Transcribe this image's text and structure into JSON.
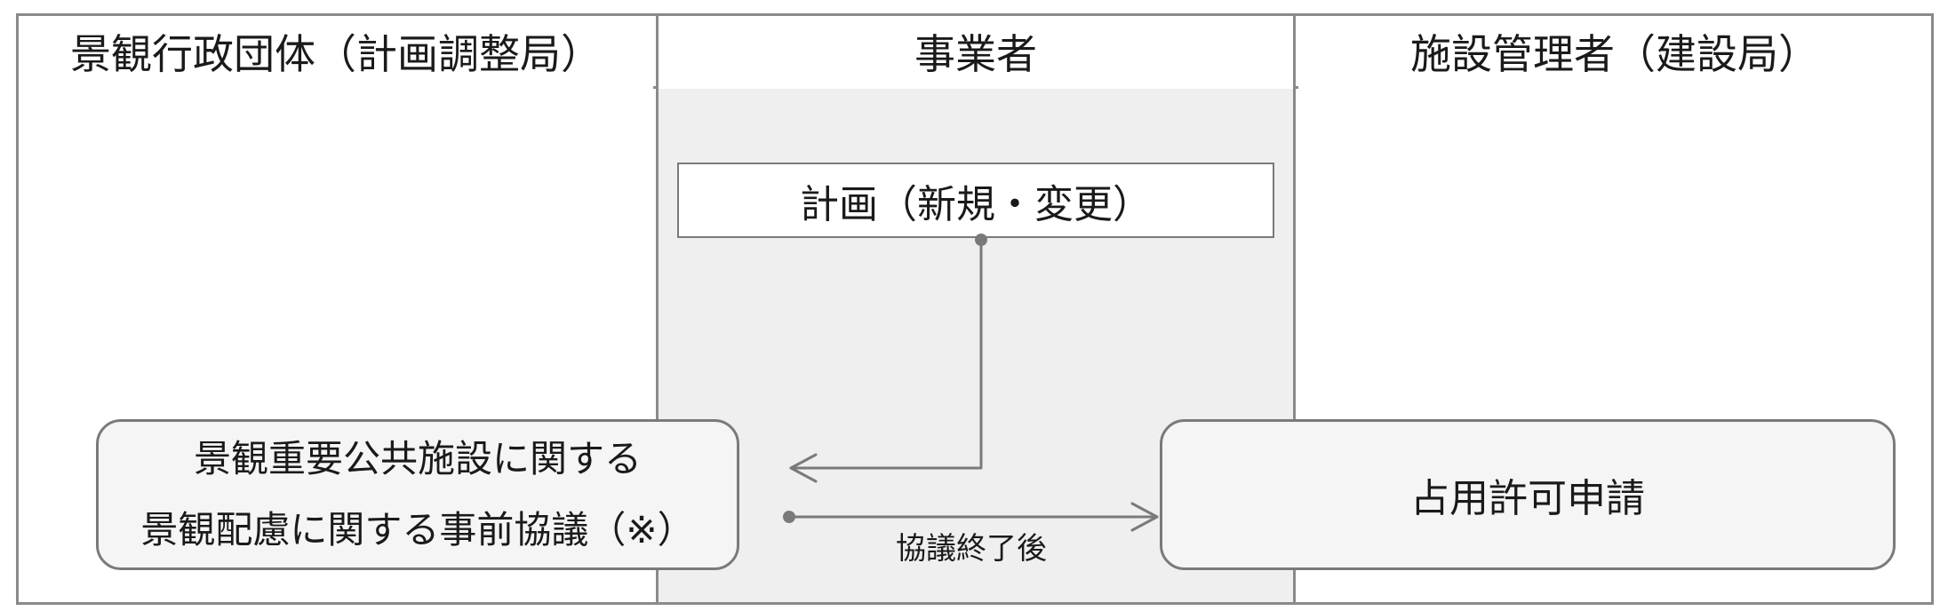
{
  "lanes": [
    {
      "header": "景観行政団体（計画調整局）"
    },
    {
      "header": "事業者"
    },
    {
      "header": "施設管理者（建設局）"
    }
  ],
  "nodes": {
    "plan": "計画（新規・変更）",
    "consultation": {
      "line1": "景観重要公共施設に関する",
      "line2": "景観配慮に関する事前協議（※）"
    },
    "permit": "占用許可申請"
  },
  "edges": {
    "after_consultation_label": "協議終了後"
  },
  "colors": {
    "border": "#8a8a8a",
    "center_lane_fill": "#efefef",
    "box_fill": "#f5f5f5",
    "connector": "#7a7a7a"
  }
}
